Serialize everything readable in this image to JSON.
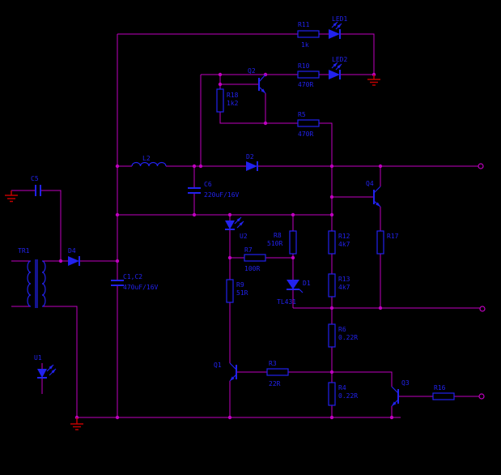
{
  "colors": {
    "background": "#000000",
    "wire": "#bf00bf",
    "component": "#2222ee",
    "text": "#2222ee",
    "ground": "#c00000"
  },
  "components": {
    "r11": {
      "ref": "R11",
      "value": "1k"
    },
    "led1": {
      "ref": "LED1"
    },
    "r10": {
      "ref": "R10",
      "value": "470R"
    },
    "led2": {
      "ref": "LED2"
    },
    "q2": {
      "ref": "Q2"
    },
    "r18": {
      "ref": "R18",
      "value": "1k2"
    },
    "r5": {
      "ref": "R5",
      "value": "470R"
    },
    "l2": {
      "ref": "L2"
    },
    "d2": {
      "ref": "D2"
    },
    "c5": {
      "ref": "C5"
    },
    "c6": {
      "ref": "C6",
      "value": "220uF/16V"
    },
    "tr1": {
      "ref": "TR1"
    },
    "d4": {
      "ref": "D4"
    },
    "c1c2": {
      "ref": "C1,C2",
      "value": "470uF/16V"
    },
    "u2": {
      "ref": "U2"
    },
    "r7": {
      "ref": "R7",
      "value": "100R"
    },
    "r8": {
      "ref": "R8",
      "value": "510R"
    },
    "r12": {
      "ref": "R12",
      "value": "4k7"
    },
    "r17": {
      "ref": "R17"
    },
    "q4": {
      "ref": "Q4"
    },
    "r9": {
      "ref": "R9",
      "value": "51R"
    },
    "d1": {
      "ref": "D1",
      "value": "TL431"
    },
    "r13": {
      "ref": "R13",
      "value": "4k7"
    },
    "u1": {
      "ref": "U1"
    },
    "q1": {
      "ref": "Q1"
    },
    "r3": {
      "ref": "R3",
      "value": "22R"
    },
    "r6": {
      "ref": "R6",
      "value": "0.22R"
    },
    "r4": {
      "ref": "R4",
      "value": "0.22R"
    },
    "q3": {
      "ref": "Q3"
    },
    "r16": {
      "ref": "R16"
    }
  }
}
